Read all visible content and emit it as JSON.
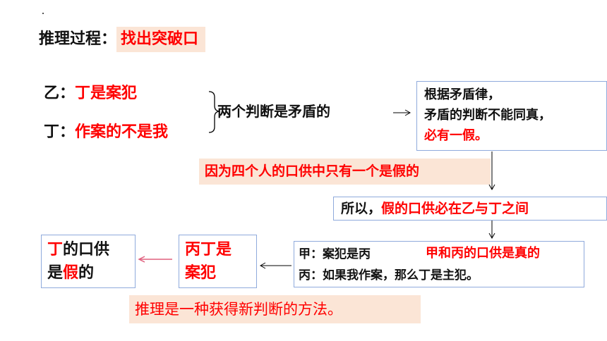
{
  "title": {
    "prefix": "推理过程：",
    "highlight": "找出突破口"
  },
  "statements": {
    "yi": {
      "speaker": "乙：",
      "claim": "丁是案犯"
    },
    "ding": {
      "speaker": "丁：",
      "claim": "作案的不是我"
    }
  },
  "contradiction": "两个判断是矛盾的",
  "rule_box": {
    "line1": "根据矛盾律，",
    "line2": "矛盾的判断不能同真，",
    "line3": "必有一假。"
  },
  "premise_note": "因为四个人的口供中只有一个是假的",
  "conclusion": {
    "prefix": "所以，",
    "highlight": "假的口供必在乙与丁之间"
  },
  "jia_bing_box": {
    "line1_speaker": "甲：",
    "line1_text": "案犯是丙",
    "line1_note": "甲和丙的口供是真的",
    "line2_speaker": "丙：",
    "line2_text": "如果我作案，那么丁是主犯。"
  },
  "culprit_box": {
    "line1": "丙丁是",
    "line2": "案犯"
  },
  "final_box": {
    "ding_char": "丁",
    "line1_rest": "的口供",
    "line2_prefix": "是",
    "false_char": "假",
    "line2_suffix": "的"
  },
  "footer": "推理是一种获得新判断的方法。",
  "colors": {
    "red": "#ff0000",
    "highlight_bg": "#fbe5d6",
    "box_border": "#8faadc",
    "arrow_pink": "#e0607e"
  }
}
